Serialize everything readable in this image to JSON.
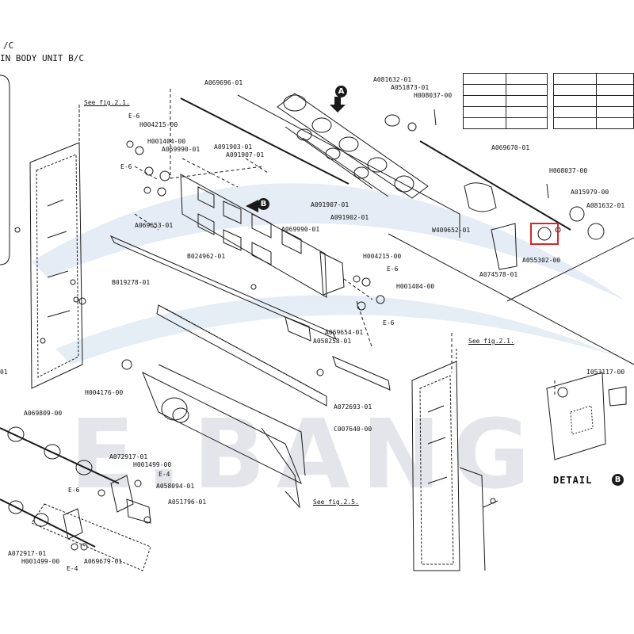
{
  "header": {
    "line1": "/C",
    "line2": "IN BODY UNIT B/C"
  },
  "watermark": {
    "text": "E.BANG",
    "color": "#e3e5ea",
    "swoosh_color": "#dfe8f3"
  },
  "highlight": {
    "color": "#d9262b"
  },
  "markers": {
    "a": "A",
    "b": "B"
  },
  "detail": {
    "label": "DETAIL"
  },
  "refs": {
    "fig21_top": "See fig.2.1.",
    "fig21_right": "See fig.2.1.",
    "fig25": "See fig.2.5."
  },
  "parts": {
    "a069696": "A069696-01",
    "a081632_top": "A081632-01",
    "a051873": "A051873-01",
    "h008037_top": "H008037-00",
    "a069670": "A069670-01",
    "h008037_right": "H008037-00",
    "a015979": "A015979-00",
    "a081632_right": "A081632-01",
    "w409652": "W409652-01",
    "a055302": "A055302-00",
    "a074578": "A074578-01",
    "e6_a": "E-6",
    "h004215_a": "H004215-00",
    "h001404_a": "H001404-00",
    "a069990_a": "A069990-01",
    "a091903": "A091903-01",
    "a091907_a": "A091907-01",
    "e6_b": "E-6",
    "a091907_b": "A091907-01",
    "a091902": "A091902-01",
    "a069990_b": "A069990-01",
    "a069653": "A069653-01",
    "b024962": "B024962-01",
    "b019278": "B019278-01",
    "h004215_b": "H004215-00",
    "e6_c": "E-6",
    "h001404_b": "H001404-00",
    "e6_d": "E-6",
    "a069654": "A069654-01",
    "a058258": "A058258-01",
    "h004176": "H004176-00",
    "a072693": "A072693-01",
    "c007640": "C007640-00",
    "i053117": "I053117-00",
    "edge_01": "01",
    "a069809": "A069809-00",
    "a072917_a": "A072917-01",
    "h001499_a": "H001499-00",
    "e4_a": "E-4",
    "e6_e": "E-6",
    "a058094": "A058094-01",
    "a051796": "A051796-01",
    "a072917_b": "A072917-01",
    "h001499_b": "H001499-00",
    "a069679": "A069679-01",
    "e4_b": "E-4"
  }
}
